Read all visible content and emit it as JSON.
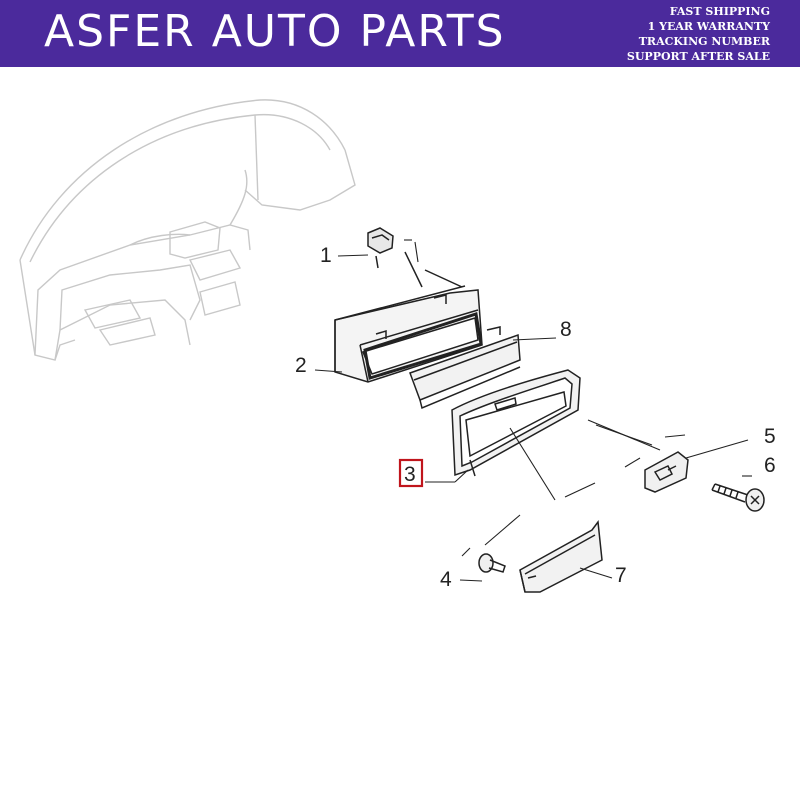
{
  "header": {
    "brand": "ASFER AUTO PARTS",
    "perks": [
      "FAST SHIPPING",
      "1 YEAR WARRANTY",
      "TRACKING NUMBER",
      "SUPPORT AFTER SALE"
    ]
  },
  "colors": {
    "banner": "#4b2a9c",
    "highlight_box": "#c0151c",
    "dashboard_sketch": "#c8c8c8",
    "part_line": "#222222"
  },
  "diagram": {
    "callouts": [
      {
        "label": "1",
        "highlighted": false
      },
      {
        "label": "2",
        "highlighted": false
      },
      {
        "label": "3",
        "highlighted": true
      },
      {
        "label": "4",
        "highlighted": false
      },
      {
        "label": "5",
        "highlighted": false
      },
      {
        "label": "6",
        "highlighted": false
      },
      {
        "label": "7",
        "highlighted": false
      },
      {
        "label": "8",
        "highlighted": false
      }
    ]
  }
}
